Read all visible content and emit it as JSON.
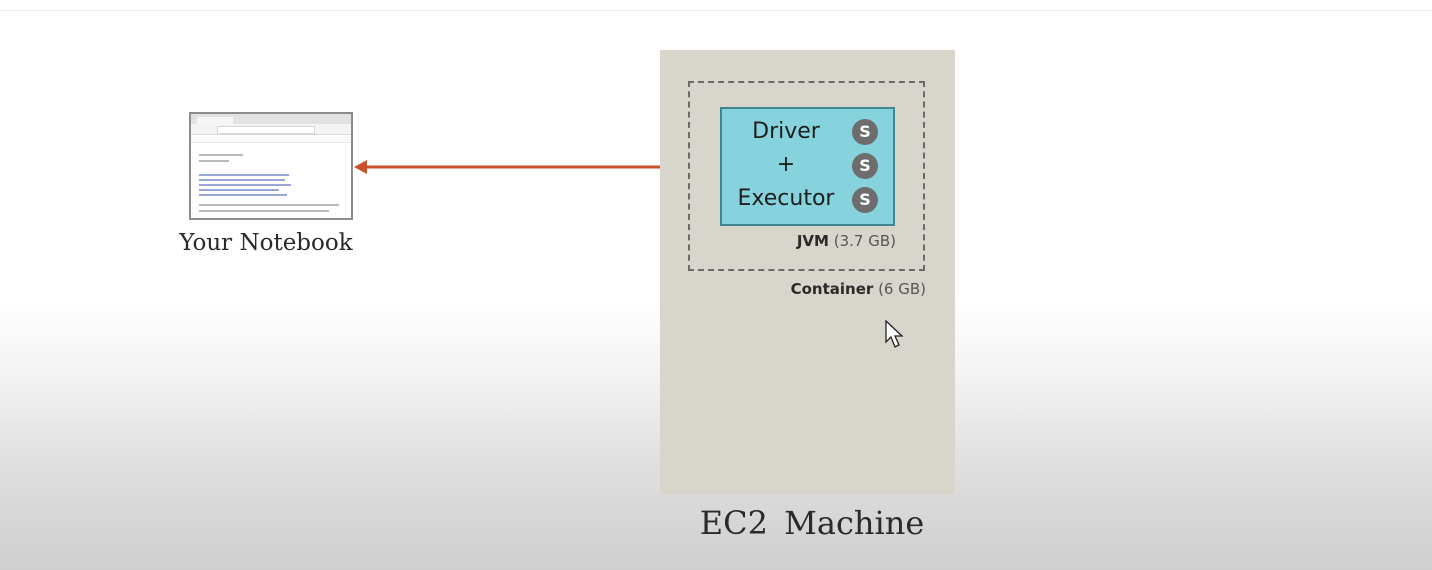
{
  "notebook": {
    "label": "Your Notebook"
  },
  "ec2": {
    "label": "EC2  Machine",
    "container": {
      "label": "Container",
      "size": "(6 GB)"
    },
    "jvm": {
      "label": "JVM",
      "size": "(3.7 GB)",
      "lines": [
        "Driver",
        "+",
        "Executor"
      ],
      "badges": [
        "S",
        "S",
        "S"
      ]
    }
  },
  "colors": {
    "arrow": "#c9522a",
    "jvm_fill": "#86d3de",
    "machine_fill": "#d8d6cc",
    "badge": "#6d6d6d"
  }
}
